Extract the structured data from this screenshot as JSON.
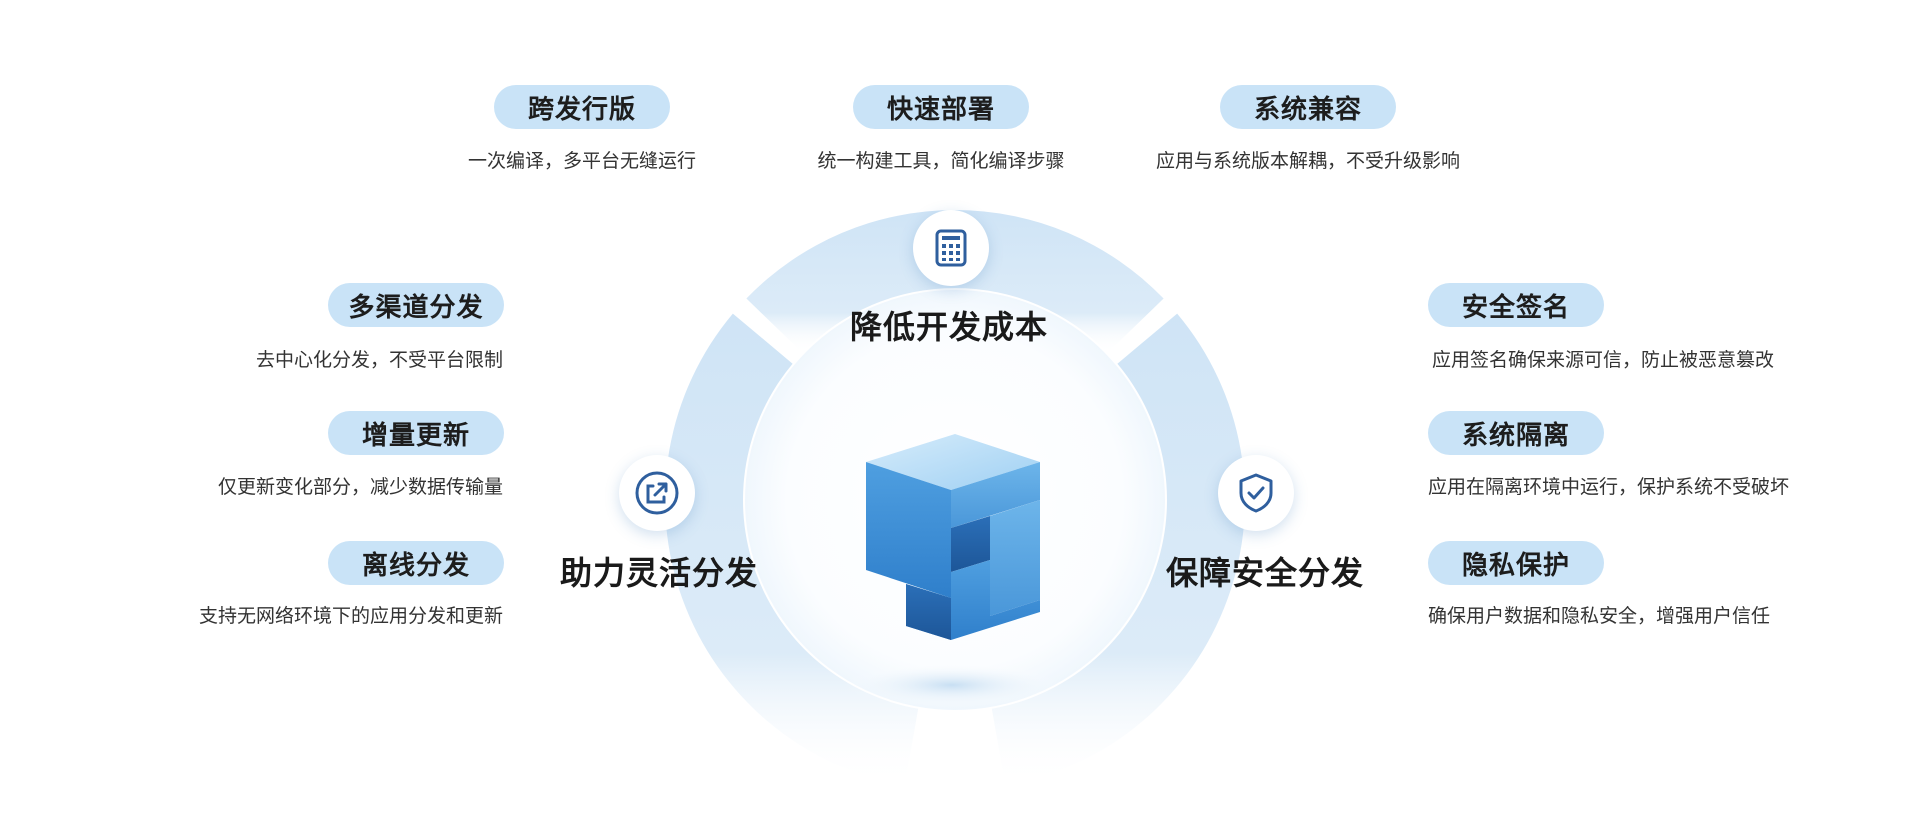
{
  "colors": {
    "pill_bg": "#c9e3f7",
    "ring": "#cfe4f6",
    "icon_blue": "#2f5f9e",
    "cube_light": "#7fc0ee",
    "cube_mid": "#3f8fd6",
    "cube_dark": "#1f5fa8"
  },
  "center": {
    "logo": "blue-cube-logo",
    "segments": [
      {
        "label": "降低开发成本",
        "icon": "calculator-icon"
      },
      {
        "label": "助力灵活分发",
        "icon": "share-icon"
      },
      {
        "label": "保障安全分发",
        "icon": "shield-check-icon"
      }
    ]
  },
  "top_features": [
    {
      "title": "跨发行版",
      "desc": "一次编译，多平台无缝运行"
    },
    {
      "title": "快速部署",
      "desc": "统一构建工具，简化编译步骤"
    },
    {
      "title": "系统兼容",
      "desc": "应用与系统版本解耦，不受升级影响"
    }
  ],
  "left_features": [
    {
      "title": "多渠道分发",
      "desc": "去中心化分发，不受平台限制"
    },
    {
      "title": "增量更新",
      "desc": "仅更新变化部分，减少数据传输量"
    },
    {
      "title": "离线分发",
      "desc": "支持无网络环境下的应用分发和更新"
    }
  ],
  "right_features": [
    {
      "title": "安全签名",
      "desc": "应用签名确保来源可信，防止被恶意篡改"
    },
    {
      "title": "系统隔离",
      "desc": "应用在隔离环境中运行，保护系统不受破坏"
    },
    {
      "title": "隐私保护",
      "desc": "确保用户数据和隐私安全，增强用户信任"
    }
  ]
}
